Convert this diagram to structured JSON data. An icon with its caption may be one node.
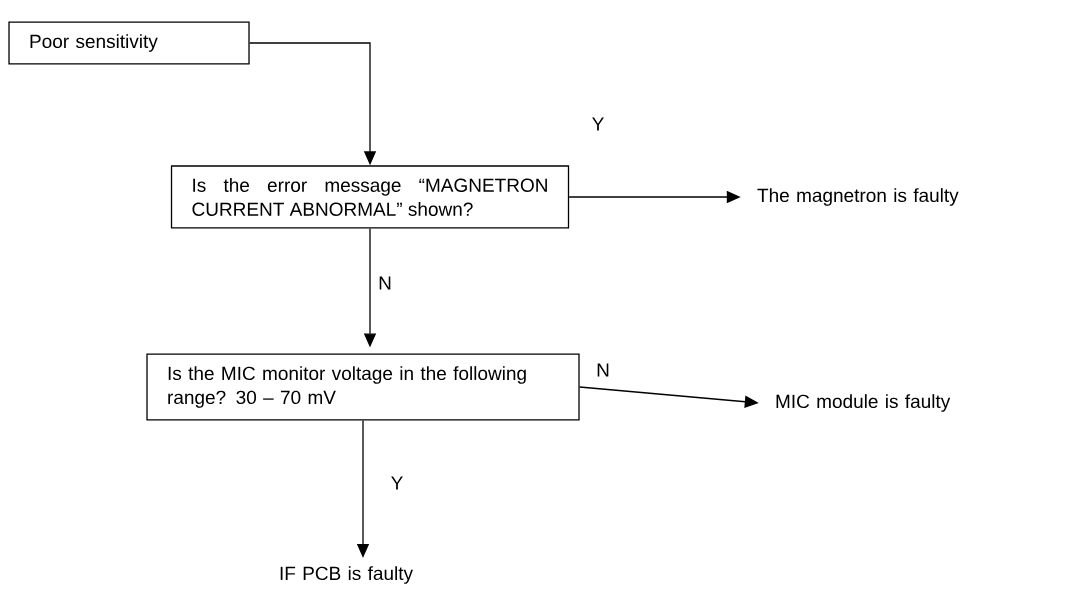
{
  "diagram": {
    "nodes": [
      {
        "text": [
          "Poor sensitivity"
        ]
      },
      {
        "text": [
          "Is the error message “MAGNETRON CURRENT ABNORMAL” shown?"
        ]
      },
      {
        "text": [
          "The magnetron is faulty"
        ]
      },
      {
        "text": [
          "Is the MIC monitor voltage in the following range? 30 – 70 mV"
        ]
      },
      {
        "text": [
          "MIC module is faulty"
        ]
      },
      {
        "text": [
          "IF PCB is faulty"
        ]
      }
    ],
    "edges": [
      {
        "from": 0,
        "to": 1,
        "arrow": "to"
      },
      {
        "from": 1,
        "to": 2,
        "arrow": "to",
        "label": "Y"
      },
      {
        "from": 1,
        "to": 3,
        "arrow": "to",
        "label": "N"
      },
      {
        "from": 3,
        "to": 4,
        "arrow": "to",
        "label": "N"
      },
      {
        "from": 3,
        "to": 5,
        "arrow": "to",
        "label": "Y"
      }
    ]
  }
}
